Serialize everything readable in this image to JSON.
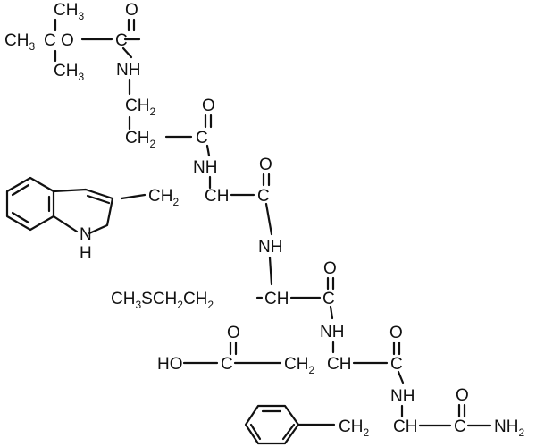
{
  "structure": {
    "boc": {
      "methyl_top": "CH",
      "methyl_left": "CH",
      "methyl_bottom": "CH",
      "methyl_sub": "3",
      "ester_oxygen": "O",
      "carbonyl_carbon": "C",
      "carbonyl_oxygen": "O",
      "quaternary_carbon": "C",
      "amine": "NH"
    },
    "beta_alanine": {
      "ch2_upper": "CH",
      "ch2_lower": "CH",
      "ch2_sub": "2",
      "carbonyl_carbon": "C",
      "carbonyl_oxygen": "O",
      "amine": "NH"
    },
    "tryptophan": {
      "ch2": "CH",
      "ch2_sub": "2",
      "alpha_carbon": "CH",
      "carbonyl_carbon": "C",
      "carbonyl_oxygen": "O",
      "indole_nh": "N",
      "indole_h": "H",
      "amine": "NH"
    },
    "methionine": {
      "side_chain_prefix": "CH",
      "side_chain_sub1": "3",
      "side_chain_s": "SCH",
      "side_chain_sub2": "2",
      "side_chain_ch2": "CH",
      "side_chain_sub3": "2",
      "alpha_carbon": "CH",
      "carbonyl_carbon": "C",
      "carbonyl_oxygen": "O",
      "amine": "NH"
    },
    "aspartic_acid": {
      "hydroxyl": "HO",
      "acid_carbon": "C",
      "acid_oxygen": "O",
      "ch2": "CH",
      "ch2_sub": "2",
      "alpha_carbon": "CH",
      "carbonyl_carbon": "C",
      "carbonyl_oxygen": "O",
      "amine": "NH"
    },
    "phenylalanine": {
      "ch2": "CH",
      "ch2_sub": "2",
      "alpha_carbon": "CH",
      "carbonyl_carbon": "C",
      "carbonyl_oxygen": "O",
      "amide": "NH",
      "amide_sub": "2"
    }
  }
}
